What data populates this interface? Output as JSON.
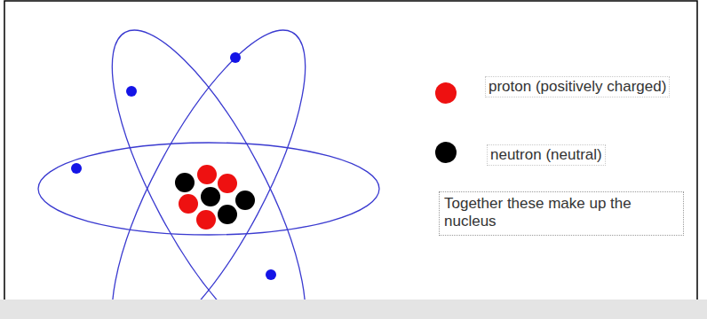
{
  "diagram": {
    "nodes": [
      {
        "text": [
          "Together these make up the nucleus"
        ]
      }
    ],
    "legend": [
      {
        "text": "proton (positively charged)",
        "color": "#ee1111"
      },
      {
        "text": "neutron (neutral)",
        "color": "#000000"
      }
    ]
  }
}
